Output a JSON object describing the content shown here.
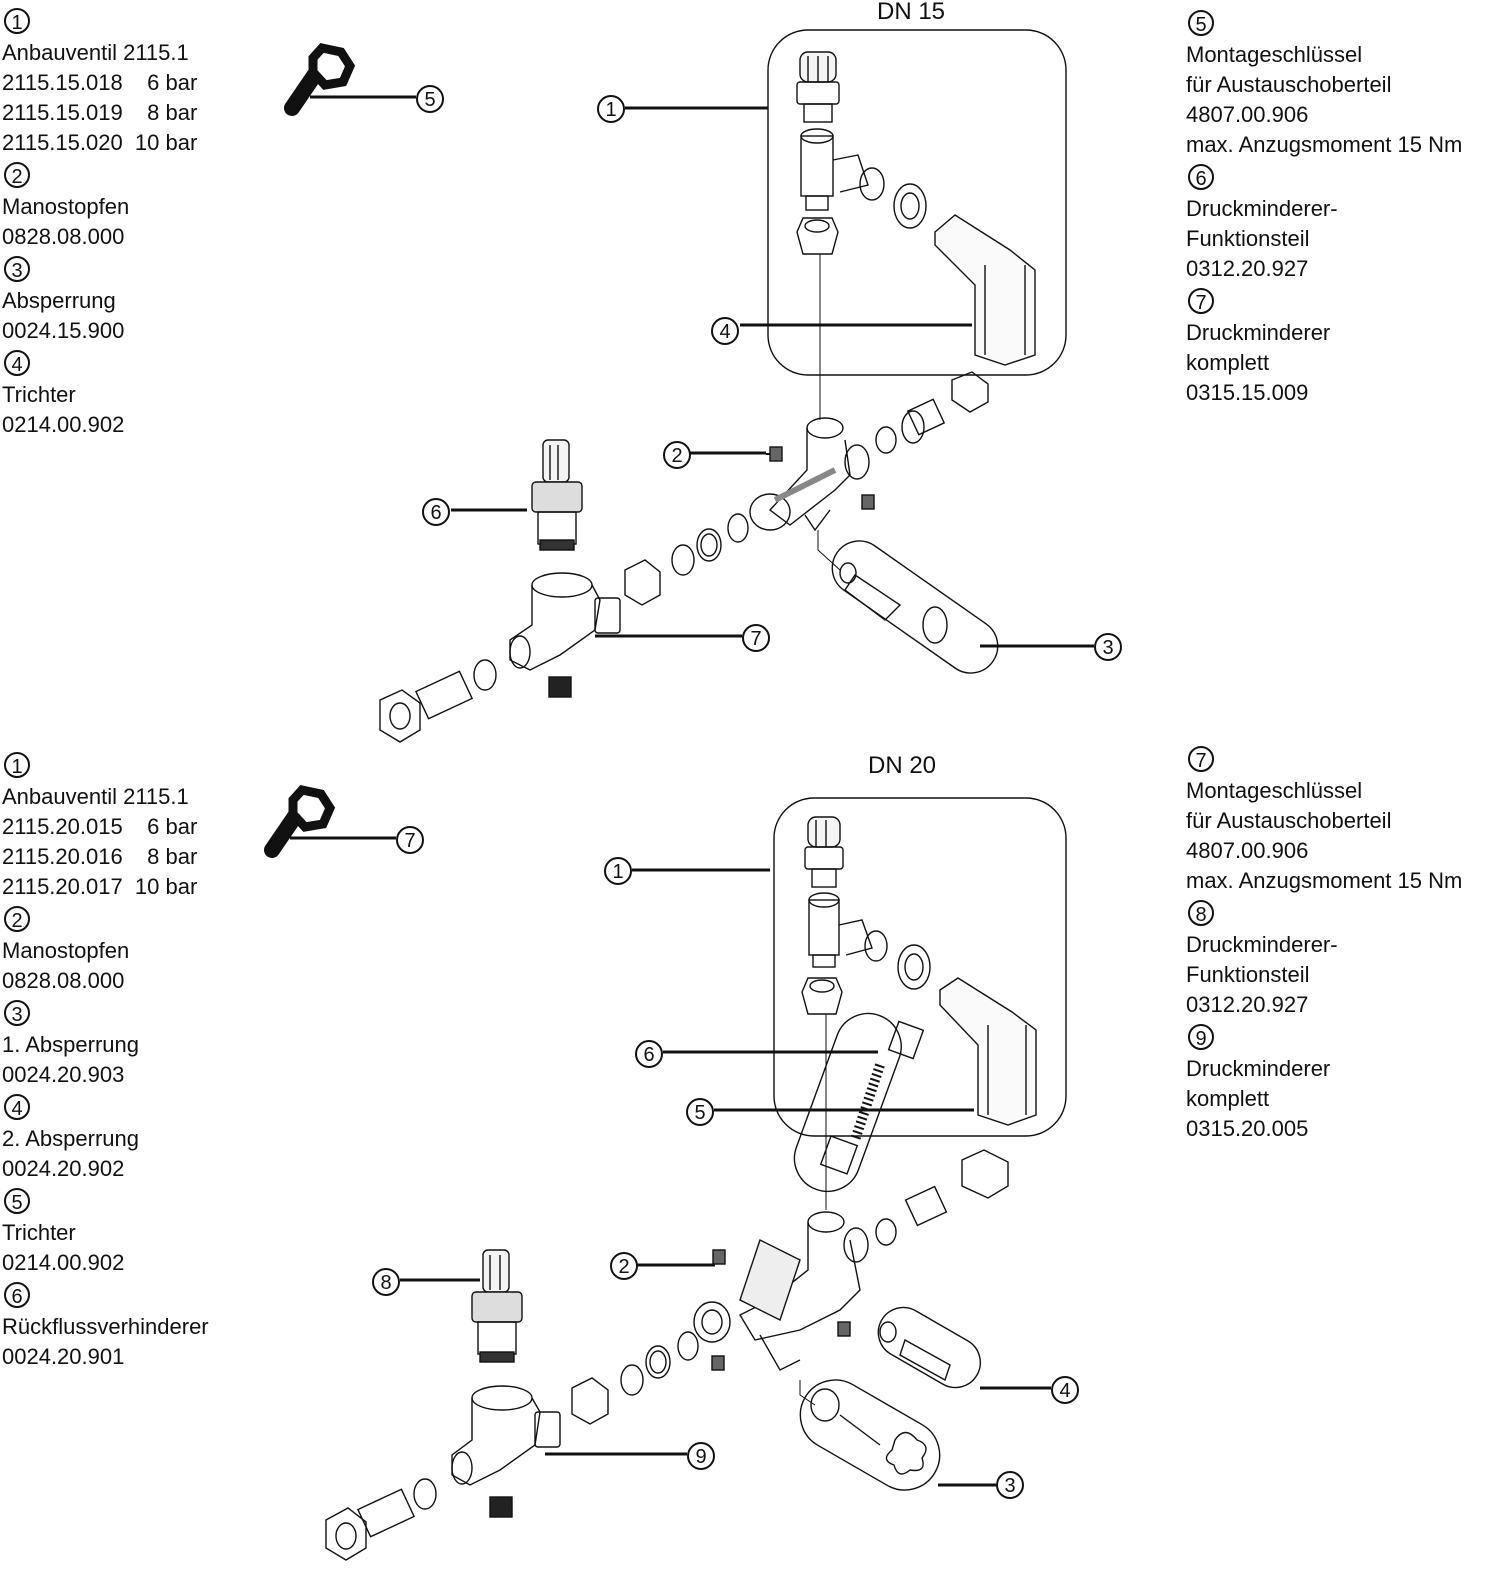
{
  "sections": [
    {
      "title": "DN 15",
      "left_legend": [
        {
          "num": "1",
          "lines": [
            "Anbauventil 2115.1",
            "2115.15.018    6 bar",
            "2115.15.019    8 bar",
            "2115.15.020  10 bar"
          ]
        },
        {
          "num": "2",
          "lines": [
            "Manostopfen",
            "0828.08.000"
          ]
        },
        {
          "num": "3",
          "lines": [
            "Absperrung",
            "0024.15.900"
          ]
        },
        {
          "num": "4",
          "lines": [
            "Trichter",
            "0214.00.902"
          ]
        }
      ],
      "right_legend": [
        {
          "num": "5",
          "lines": [
            "Montageschlüssel",
            "für Austauschoberteil",
            "4807.00.906",
            "max. Anzugsmoment 15 Nm"
          ]
        },
        {
          "num": "6",
          "lines": [
            "Druckminderer-",
            "Funktionsteil",
            "0312.20.927"
          ]
        },
        {
          "num": "7",
          "lines": [
            "Druckminderer",
            "komplett",
            "0315.15.009"
          ]
        }
      ],
      "callouts": [
        "5",
        "1",
        "4",
        "2",
        "6",
        "7",
        "3"
      ]
    },
    {
      "title": "DN 20",
      "left_legend": [
        {
          "num": "1",
          "lines": [
            "Anbauventil 2115.1",
            "2115.20.015    6 bar",
            "2115.20.016    8 bar",
            "2115.20.017  10 bar"
          ]
        },
        {
          "num": "2",
          "lines": [
            "Manostopfen",
            "0828.08.000"
          ]
        },
        {
          "num": "3",
          "lines": [
            "1. Absperrung",
            "0024.20.903"
          ]
        },
        {
          "num": "4",
          "lines": [
            "2. Absperrung",
            "0024.20.902"
          ]
        },
        {
          "num": "5",
          "lines": [
            "Trichter",
            "0214.00.902"
          ]
        },
        {
          "num": "6",
          "lines": [
            "Rückflussverhinderer",
            "0024.20.901"
          ]
        }
      ],
      "right_legend": [
        {
          "num": "7",
          "lines": [
            "Montageschlüssel",
            "für Austauschoberteil",
            "4807.00.906",
            "max. Anzugsmoment 15 Nm"
          ]
        },
        {
          "num": "8",
          "lines": [
            "Druckminderer-",
            "Funktionsteil",
            "0312.20.927"
          ]
        },
        {
          "num": "9",
          "lines": [
            "Druckminderer",
            "komplett",
            "0315.20.005"
          ]
        }
      ],
      "callouts": [
        "7",
        "1",
        "6",
        "5",
        "2",
        "8",
        "4",
        "9",
        "3"
      ]
    }
  ],
  "colors": {
    "ink": "#111111",
    "paper": "#ffffff",
    "part_fill": "#f4f4f4"
  }
}
